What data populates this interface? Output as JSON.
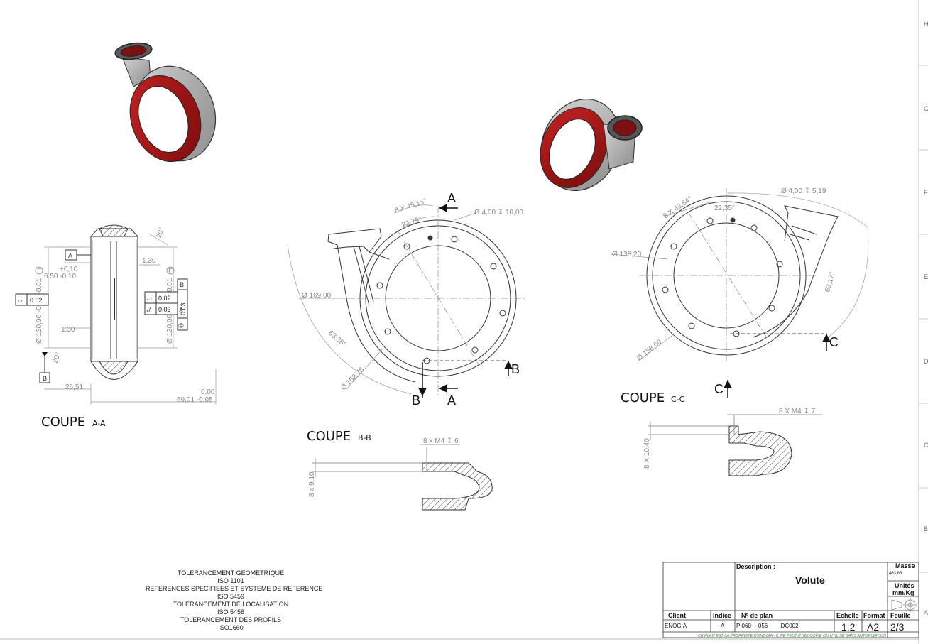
{
  "sections": {
    "aa": {
      "label": "COUPE",
      "sub": "A-A"
    },
    "bb": {
      "label": "COUPE",
      "sub": "B-B"
    },
    "cc": {
      "label": "COUPE",
      "sub": "C-C"
    }
  },
  "markers": {
    "A": "A",
    "B": "B",
    "C": "C"
  },
  "dims_aa": {
    "tol_top": "+0,10",
    "d650": "6.50 -0,10",
    "d130a": "1,30",
    "d130b": "1,30",
    "a20a": "20°",
    "a20b": "20°",
    "d2651": "26,51",
    "d5901a": "0,00",
    "d5901b": "59,01 -0,05",
    "dia130l": "Ø 130,00 -0,08 -0,01",
    "dia130r": "Ø 130,00 -0,08 -0,01",
    "fc1": "0.02",
    "fc2": "0.02",
    "fc3": "0.03",
    "fc4": "0.03",
    "fcB": "B",
    "fcA": "A",
    "e1": "E",
    "e2": "E"
  },
  "dims_main": {
    "d845": "8 X 45,15°",
    "d2279": "22,79°",
    "d4h": "Ø 4,00 ↧ 10,00",
    "d169": "Ø 169,00",
    "d6336": "63,36°",
    "d16278": "Ø 162,78"
  },
  "dims_right": {
    "d4h2": "Ø 4,00 ↧ 5,19",
    "d843": "8 X 43,54°",
    "d2235": "22,35°",
    "d13820": "Ø 138,20",
    "d6317": "63,17°",
    "d15860": "Ø 158,60"
  },
  "dims_bb": {
    "m4": "8 x M4 ↧ 6",
    "h910": "8 x 9,10"
  },
  "dims_cc": {
    "m4": "8 X M4 ↧ 7",
    "h1040": "8 X 10,40"
  },
  "tol_notes": [
    "TOLERANCEMENT GEOMETRIQUE",
    "ISO 1101",
    "REFERENCES SPECIFIEES ET SYSTEME DE REFERENCE",
    "ISO 5459",
    "TOLERANCEMENT DE LOCALISATION",
    "ISO 5458",
    "TOLERANCEMENT DES PROFILS",
    "ISO1660"
  ],
  "title_block": {
    "description_label": "Description :",
    "description": "Volute",
    "masse_label": "Masse",
    "masse": "463,83",
    "unites_label": "Unités",
    "unites": "mm/Kg",
    "client_label": "Client",
    "client": "ENOGIA",
    "indice_label": "Indice",
    "indice": "A",
    "plan_label": "N° de plan",
    "plan_a": "PI060",
    "plan_b": "- 056",
    "plan_c": "-DC002",
    "echelle_label": "Echelle",
    "echelle": "1:2",
    "format_label": "Format",
    "format": "A2",
    "feuille_label": "Feuille",
    "feuille": "2/3",
    "footer": "CE PLAN EST LA PROPRIETE D'ENOGIA - IL NE PEUT ÊTRE COPIE OU UTILISE SANS AUTORISATION"
  },
  "zones": [
    "H",
    "G",
    "F",
    "E",
    "D",
    "C",
    "B",
    "A"
  ],
  "colors": {
    "red": "#b51a1a",
    "grey": "#9a9a9a",
    "line": "#333333",
    "footer": "#3a8a3a"
  }
}
